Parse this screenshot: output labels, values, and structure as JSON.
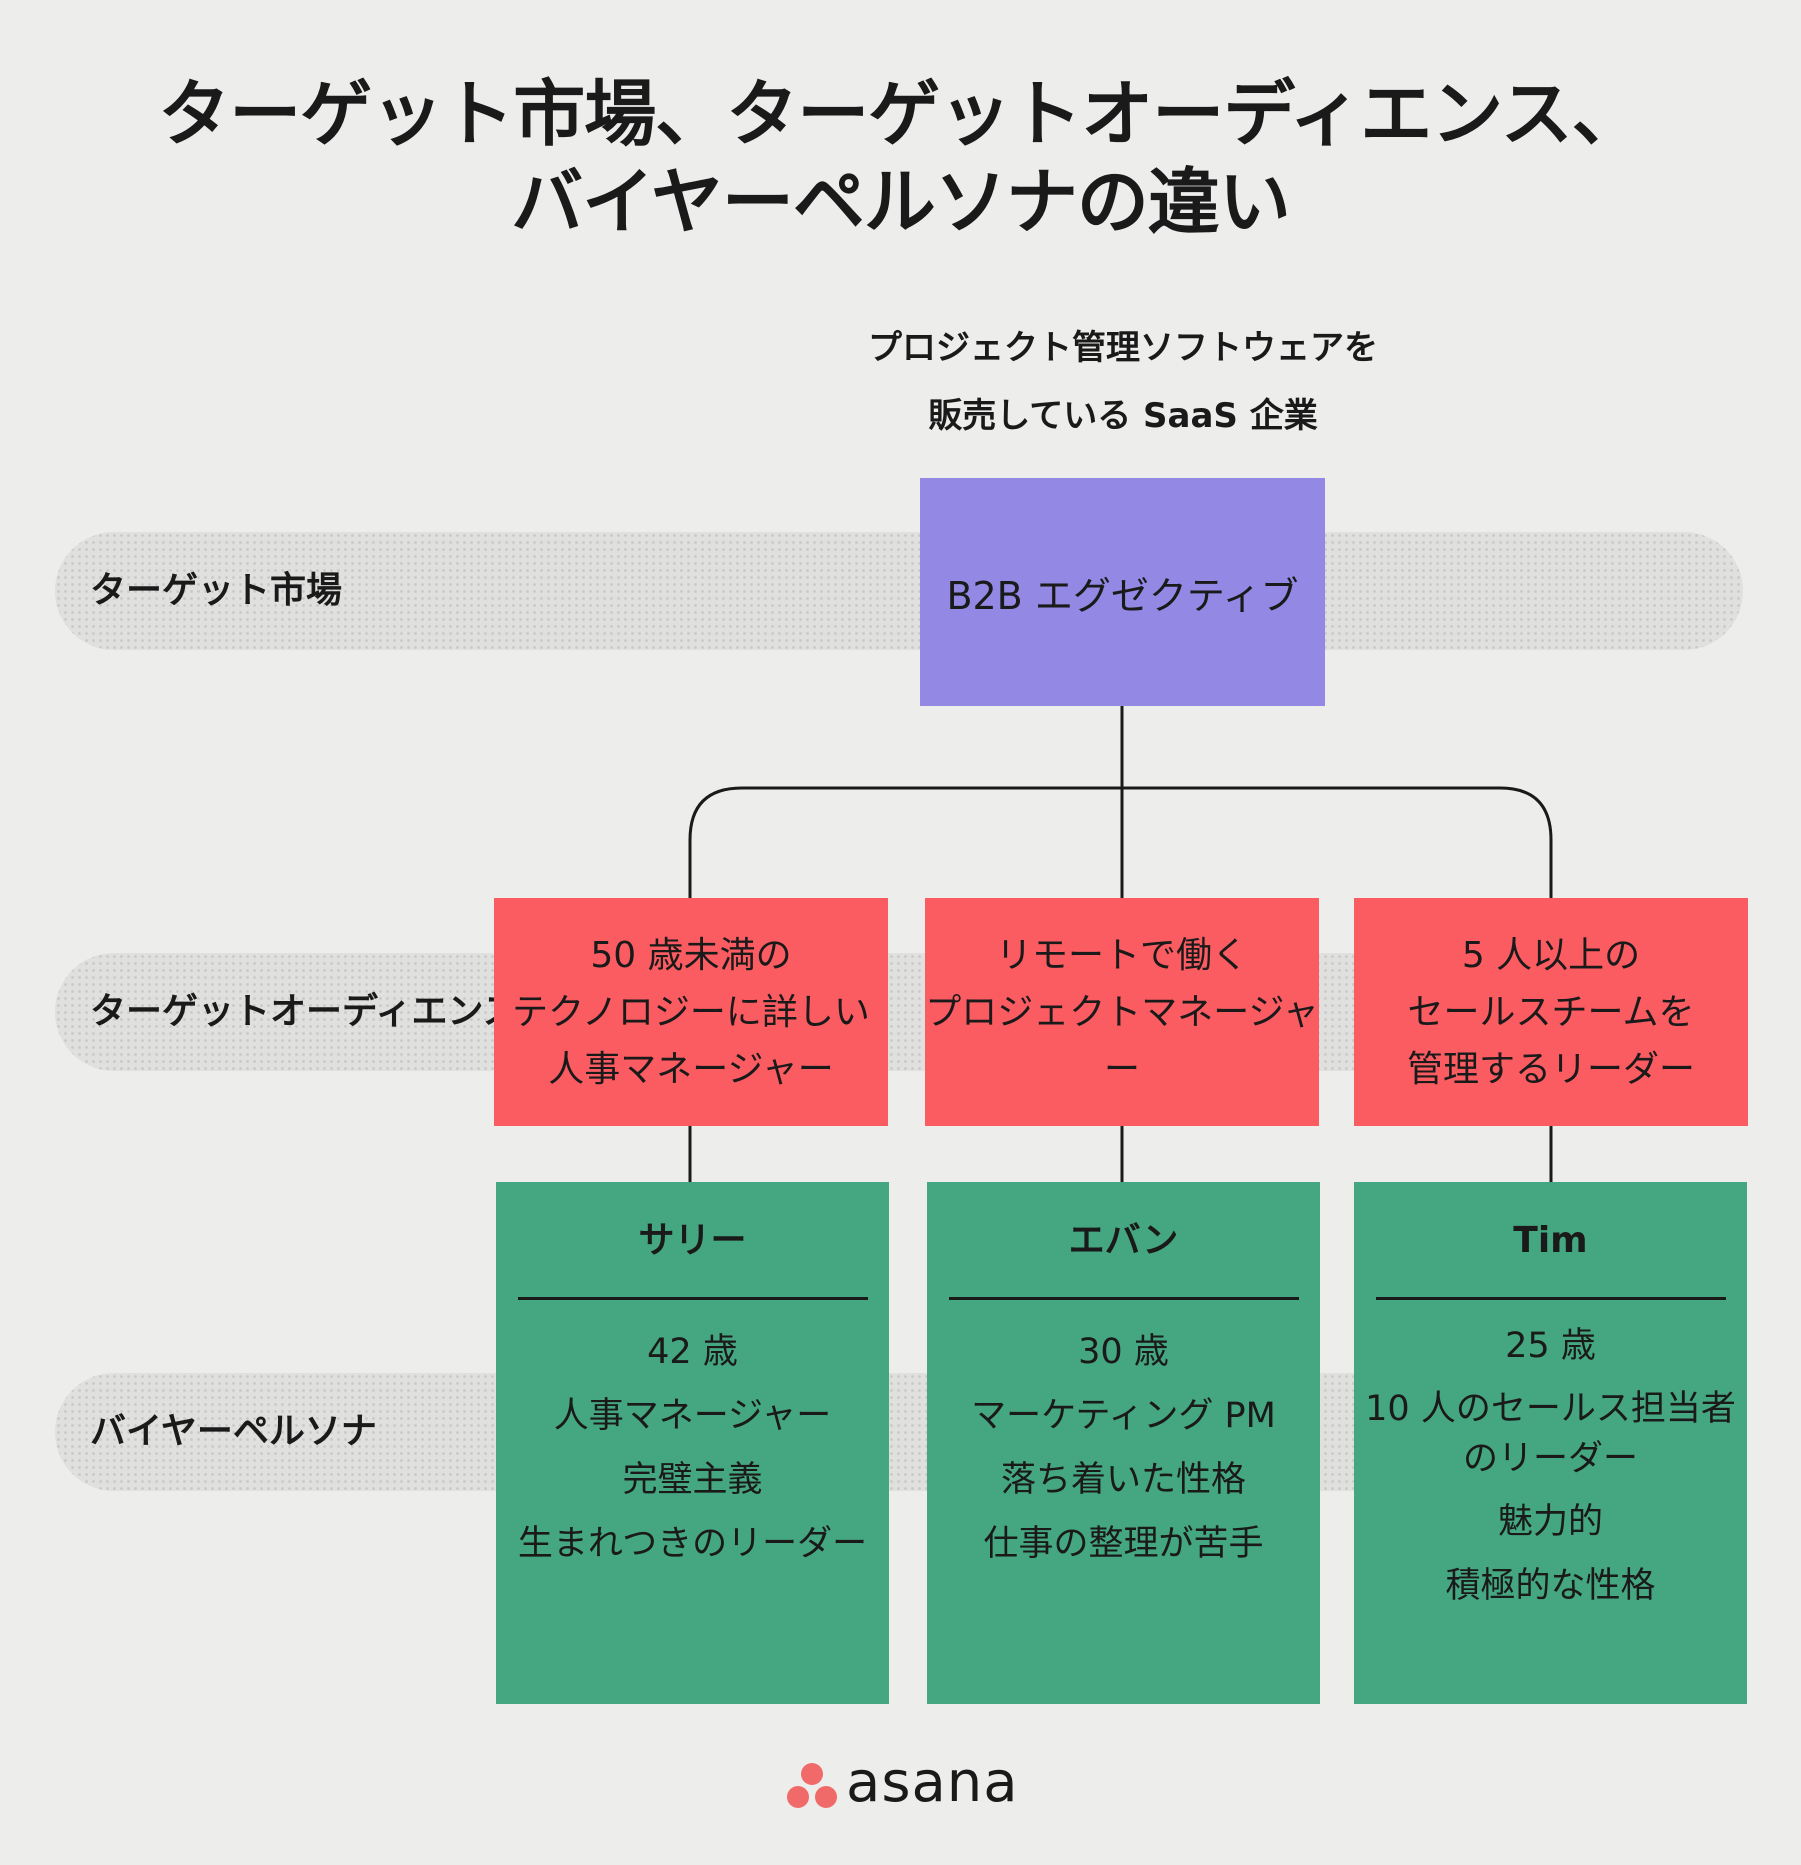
{
  "title": {
    "line1": "ターゲット市場、ターゲットオーディエンス、",
    "line2": "バイヤーペルソナの違い"
  },
  "company": {
    "line1": "プロジェクト管理ソフトウェアを",
    "line2": "販売している SaaS 企業"
  },
  "rows": {
    "market": "ターゲット市場",
    "audience": "ターゲットオーディエンス",
    "persona": "バイヤーペルソナ"
  },
  "market_box": "B2B エグゼクティブ",
  "audiences": [
    {
      "lines": [
        "50 歳未満の",
        "テクノロジーに詳しい",
        "人事マネージャー"
      ]
    },
    {
      "lines": [
        "リモートで働く",
        "プロジェクトマネージャー"
      ]
    },
    {
      "lines": [
        "5 人以上の",
        "セールスチームを",
        "管理するリーダー"
      ]
    }
  ],
  "personas": [
    {
      "name": "サリー",
      "attrs": [
        "42 歳",
        "人事マネージャー",
        "完璧主義",
        "生まれつきのリーダー"
      ]
    },
    {
      "name": "エバン",
      "attrs": [
        "30 歳",
        "マーケティング PM",
        "落ち着いた性格",
        "仕事の整理が苦手"
      ]
    },
    {
      "name": "Tim",
      "attrs": [
        "25 歳",
        "10 人のセールス担当者\nのリーダー",
        "魅力的",
        "積極的な性格"
      ]
    }
  ],
  "logo": {
    "text": "asana",
    "color": "#f06a6a"
  },
  "colors": {
    "market": "#9388e4",
    "audience": "#fb5c62",
    "persona": "#45a682",
    "background": "#ededec"
  }
}
